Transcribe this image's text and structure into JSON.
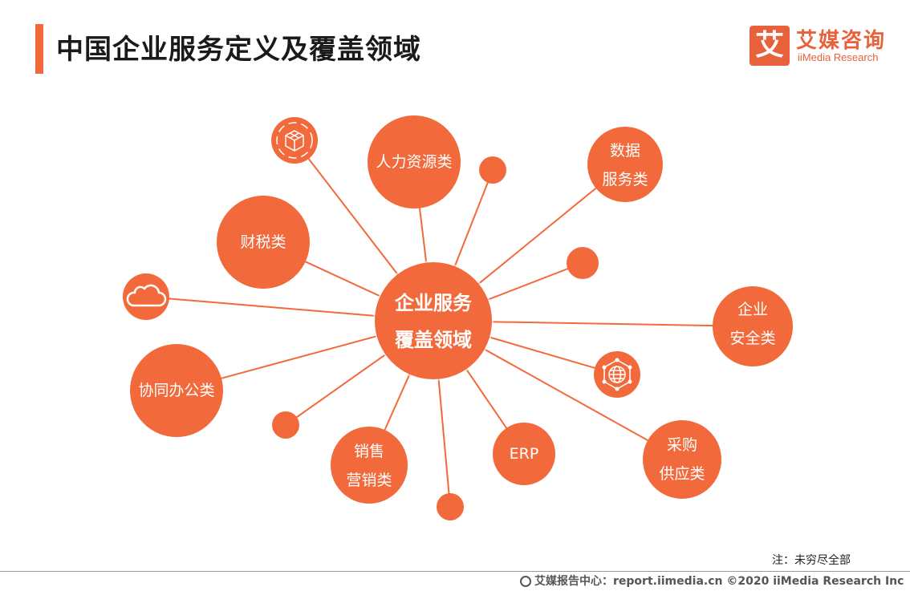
{
  "title": "中国企业服务定义及覆盖领域",
  "logo": {
    "mark": "艾",
    "name_cn": "艾媒咨询",
    "name_en": "iiMedia Research"
  },
  "center": {
    "line1": "企业服务",
    "line2": "覆盖领域"
  },
  "categories": [
    {
      "id": "hr",
      "lines": [
        "人力资源类"
      ]
    },
    {
      "id": "data",
      "lines": [
        "数据",
        "服务类"
      ]
    },
    {
      "id": "finance",
      "lines": [
        "财税类"
      ]
    },
    {
      "id": "security",
      "lines": [
        "企业",
        "安全类"
      ]
    },
    {
      "id": "office",
      "lines": [
        "协同办公类"
      ]
    },
    {
      "id": "sales",
      "lines": [
        "销售",
        "营销类"
      ]
    },
    {
      "id": "erp",
      "lines": [
        "ERP"
      ]
    },
    {
      "id": "procurement",
      "lines": [
        "采购",
        "供应类"
      ]
    }
  ],
  "icons": [
    "cube-icon",
    "cloud-icon",
    "network-globe-icon"
  ],
  "note": "注：未穷尽全部",
  "footer": "艾媒报告中心：report.iimedia.cn  ©2020  iiMedia Research  Inc",
  "colors": {
    "accent": "#f26a3b",
    "node": "#f26a3b",
    "line": "#f26a3b"
  }
}
